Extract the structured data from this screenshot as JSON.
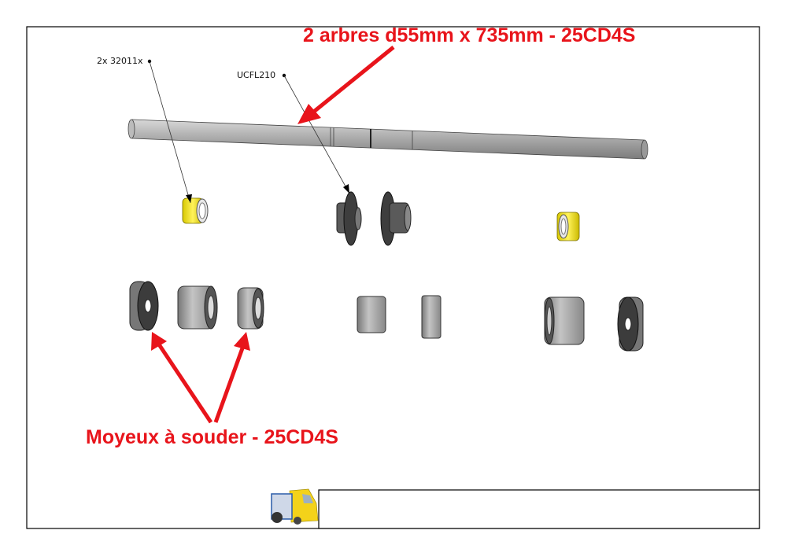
{
  "callouts": {
    "bearing": "2x 32011x",
    "flange": "UCFL210"
  },
  "annotations": {
    "shafts": "2 arbres d55mm x 735mm - 25CD4S",
    "hubs": "Moyeux à souder - 25CD4S"
  },
  "colors": {
    "annotation": "#e8141b",
    "bearing": "#f2e62a",
    "part": "#9a9a9a",
    "flange": "#4a4a4a"
  }
}
